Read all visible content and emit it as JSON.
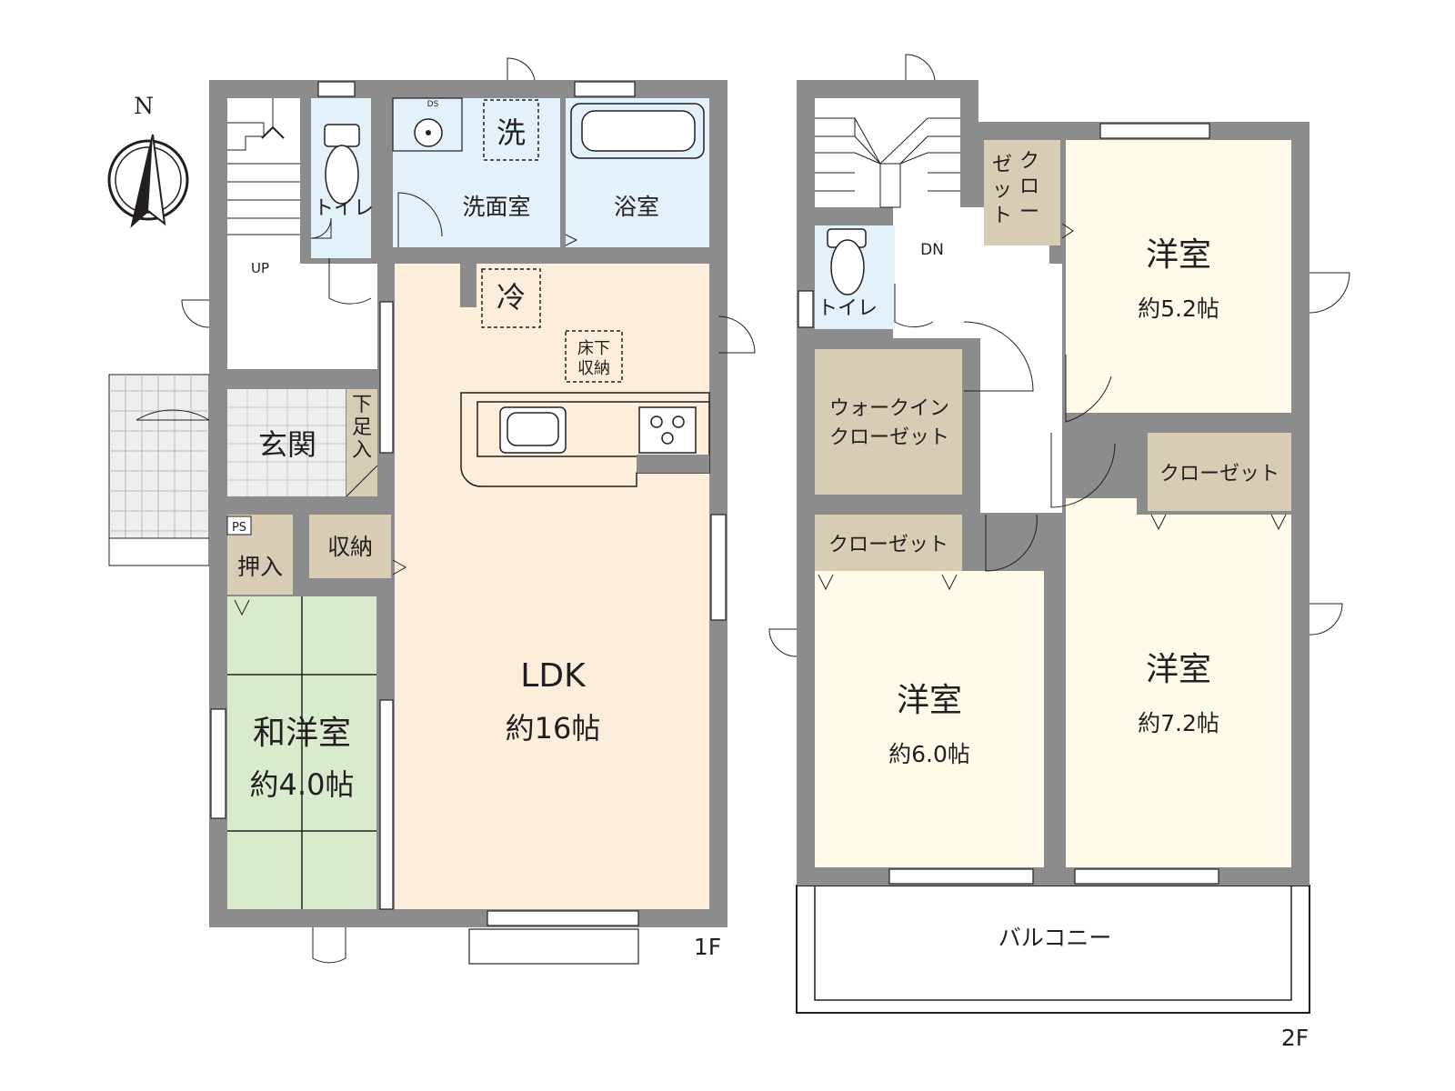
{
  "compass": {
    "north_label": "N"
  },
  "floor1": {
    "floor_label": "1F",
    "stairs_label": "UP",
    "toilet": "トイレ",
    "washroom": "洗面室",
    "washer": "洗",
    "ds": "DS",
    "bath": "浴室",
    "fridge": "冷",
    "underfloor_storage": [
      "床下",
      "収納"
    ],
    "entrance": "玄関",
    "shoe_box": [
      "下",
      "足",
      "入"
    ],
    "ps": "PS",
    "oshiire": "押入",
    "storage": "収納",
    "ldk": {
      "name": "LDK",
      "size": "約16帖"
    },
    "washitsu": {
      "name": "和洋室",
      "size": "約4.0帖"
    }
  },
  "floor2": {
    "floor_label": "2F",
    "stairs_label": "DN",
    "toilet": "トイレ",
    "closet_vertical": [
      "ゼ",
      "ッ",
      "ト"
    ],
    "closet_vertical2": [
      "ク",
      "ロ",
      "ー"
    ],
    "wic": [
      "ウォークイン",
      "クローゼット"
    ],
    "closet_a": "クローゼット",
    "closet_b": "クローゼット",
    "room_north": {
      "name": "洋室",
      "size": "約5.2帖"
    },
    "room_sw": {
      "name": "洋室",
      "size": "約6.0帖"
    },
    "room_se": {
      "name": "洋室",
      "size": "約7.2帖"
    },
    "balcony": "バルコニー"
  },
  "colors": {
    "wall": "#8c8c8c",
    "ldk": "#fdeedb",
    "washitsu": "#d9ebcc",
    "wet_area": "#e3f1fa",
    "storage": "#d8ccb4",
    "bedroom": "#fffbe8",
    "entrance_tile": "#eeeeee"
  }
}
